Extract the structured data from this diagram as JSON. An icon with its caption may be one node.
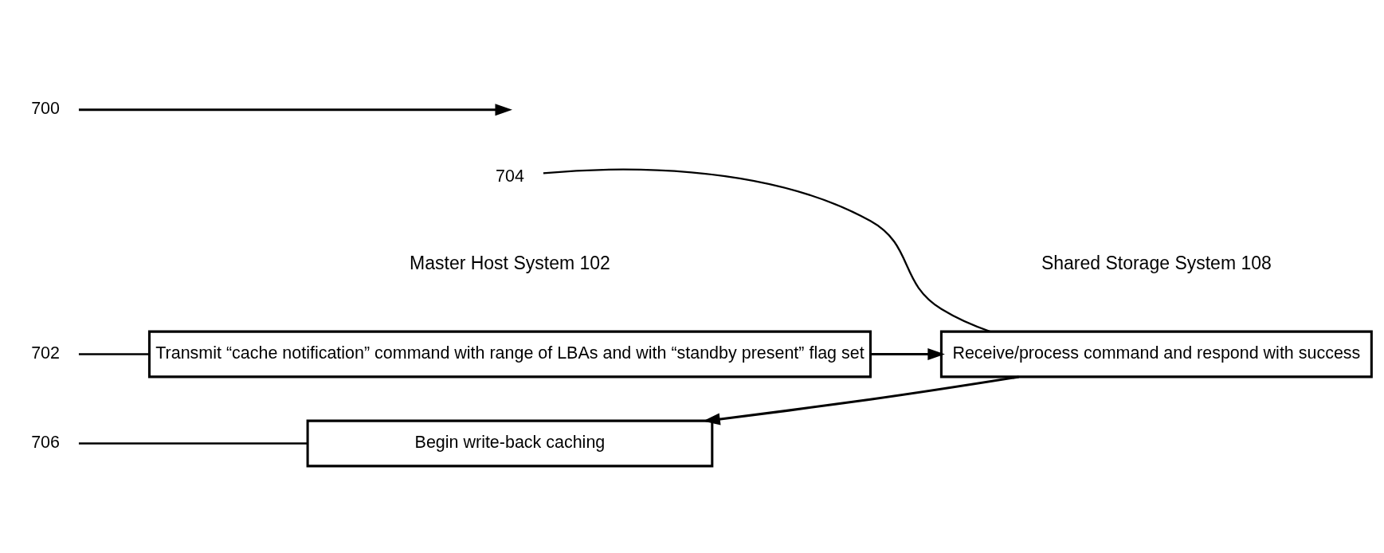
{
  "diagram": {
    "nodes": [
      {
        "text": [
          "Transmit “cache notification” command with range of LBAs and with “standby present” flag set"
        ]
      },
      {
        "text": [
          "Receive/process command and respond with success"
        ]
      },
      {
        "text": [
          "Begin write-back caching"
        ]
      },
      {
        "text": [
          "702"
        ]
      },
      {
        "text": [
          "704"
        ]
      },
      {
        "text": [
          "706"
        ]
      },
      {
        "text": [
          "700"
        ]
      }
    ],
    "edges": [
      {
        "from": 0,
        "to": 1,
        "arrow": "to"
      },
      {
        "from": 1,
        "to": 2,
        "arrow": "to"
      },
      {
        "from": 3,
        "to": 0,
        "arrow": "none"
      },
      {
        "from": 4,
        "to": 1,
        "arrow": "none"
      },
      {
        "from": 5,
        "to": 2,
        "arrow": "none"
      },
      {
        "from": 6,
        "to": null,
        "arrow": "to"
      }
    ],
    "labels": [
      "Master Host System 102",
      "Shared Storage System 108"
    ]
  }
}
